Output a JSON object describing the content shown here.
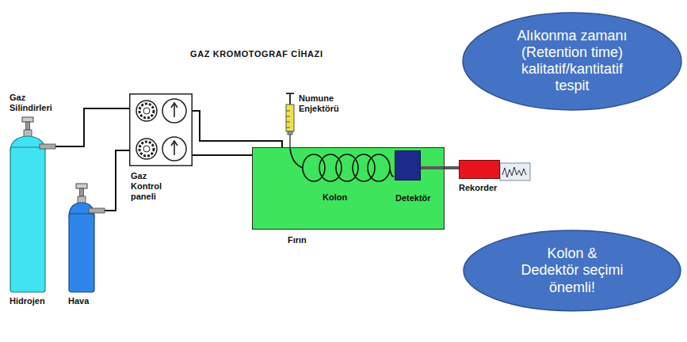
{
  "diagram": {
    "title": "GAZ KROMOTOGRAF CİHAZI",
    "nodes": [
      {
        "text": [
          "Hidrojen"
        ]
      },
      {
        "text": [
          "Hava"
        ]
      },
      {
        "text": [
          "Gaz Kontrol paneli"
        ]
      },
      {
        "text": [
          "Fırın"
        ]
      },
      {
        "text": [
          "Detektör"
        ],
        "in": 3
      },
      {
        "text": [
          "Rekorder"
        ]
      },
      {
        "text": [
          "Alıkonma zamanı (Retention time) kalitatif/kantitatif tespit"
        ]
      },
      {
        "text": [
          "Kolon & Dedektör seçimi önemli!"
        ]
      }
    ],
    "edges": [
      {
        "from": 0,
        "to": 2,
        "arrow": "none"
      },
      {
        "from": 1,
        "to": 2,
        "arrow": "none"
      },
      {
        "from": 2,
        "to": 3,
        "arrow": "none"
      },
      {
        "from": 2,
        "to": 3,
        "arrow": "none"
      },
      {
        "from": 4,
        "to": 5,
        "arrow": "none"
      }
    ],
    "labels": [
      "Gaz Silindirleri",
      "Numune Enjektörü",
      "Kolon"
    ]
  }
}
